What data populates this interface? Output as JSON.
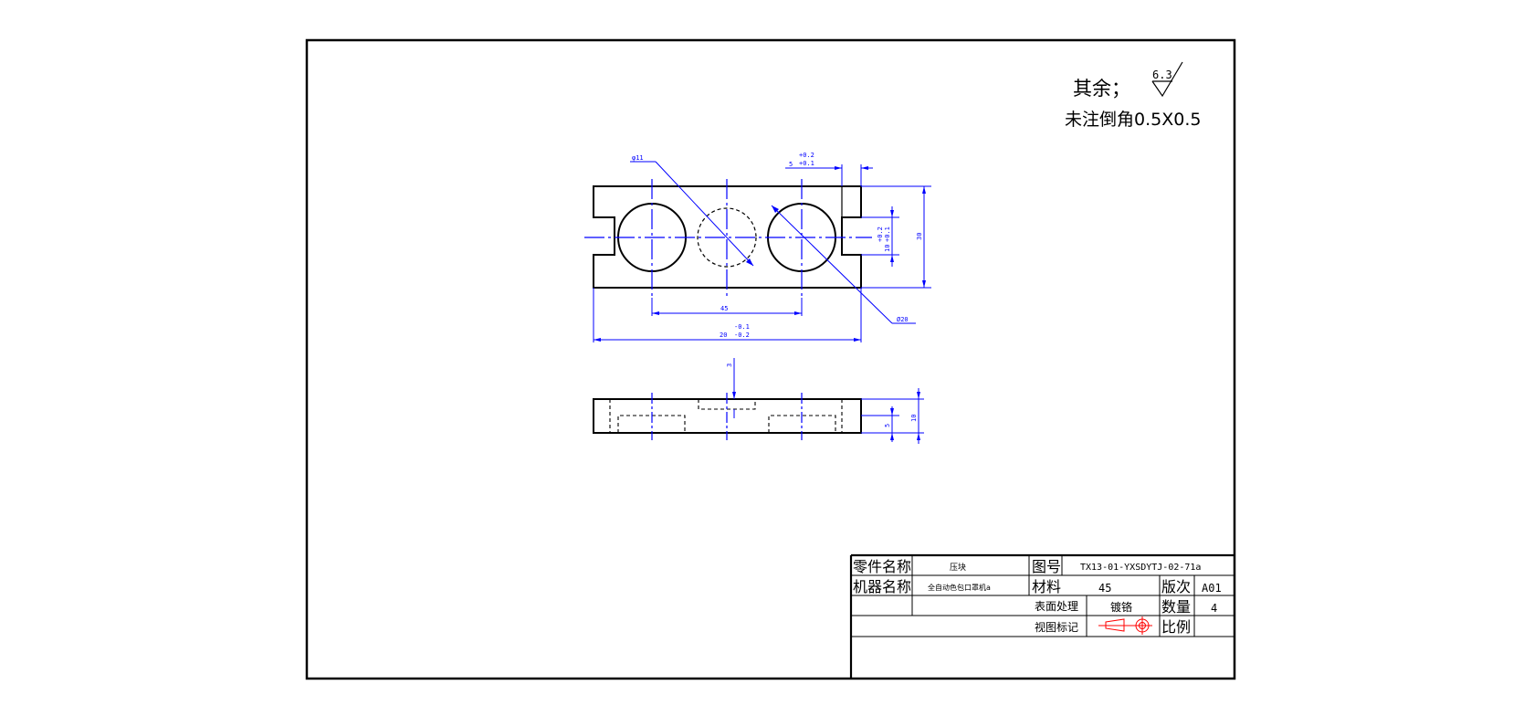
{
  "notes": {
    "roughness_prefix": "其余；",
    "roughness_value": "6.3",
    "chamfer_note": "未注倒角0.5X0.5"
  },
  "dimensions": {
    "hole_dia_small": "φ11",
    "hole_dia_large": "Ø20",
    "slot_width_main": "5",
    "slot_width_tol_upper": "+0.2",
    "slot_width_tol_lower": "+0.1",
    "slot_depth_main": "10",
    "slot_depth_tol_upper": "+0.2",
    "slot_depth_tol_lower": "+0.1",
    "height": "30",
    "center_distance": "45",
    "overall_length_main": "20",
    "overall_length_tol_upper": "-0.1",
    "overall_length_tol_lower": "-0.2",
    "pocket_depth": "3",
    "side_step": "5",
    "thickness": "10"
  },
  "title_block": {
    "part_name_label": "零件名称",
    "part_name_value": "压块",
    "drawing_no_label": "图号",
    "drawing_no_value": "TX13-01-YXSDYTJ-02-71a",
    "machine_name_label": "机器名称",
    "machine_name_value": "全自动色包口罩机a",
    "material_label": "材料",
    "material_value": "45",
    "revision_label": "版次",
    "revision_value": "A01",
    "surface_label": "表面处理",
    "surface_value": "镀铬",
    "quantity_label": "数量",
    "quantity_value": "4",
    "view_mark_label": "视图标记",
    "scale_label": "比例",
    "scale_value": ""
  }
}
